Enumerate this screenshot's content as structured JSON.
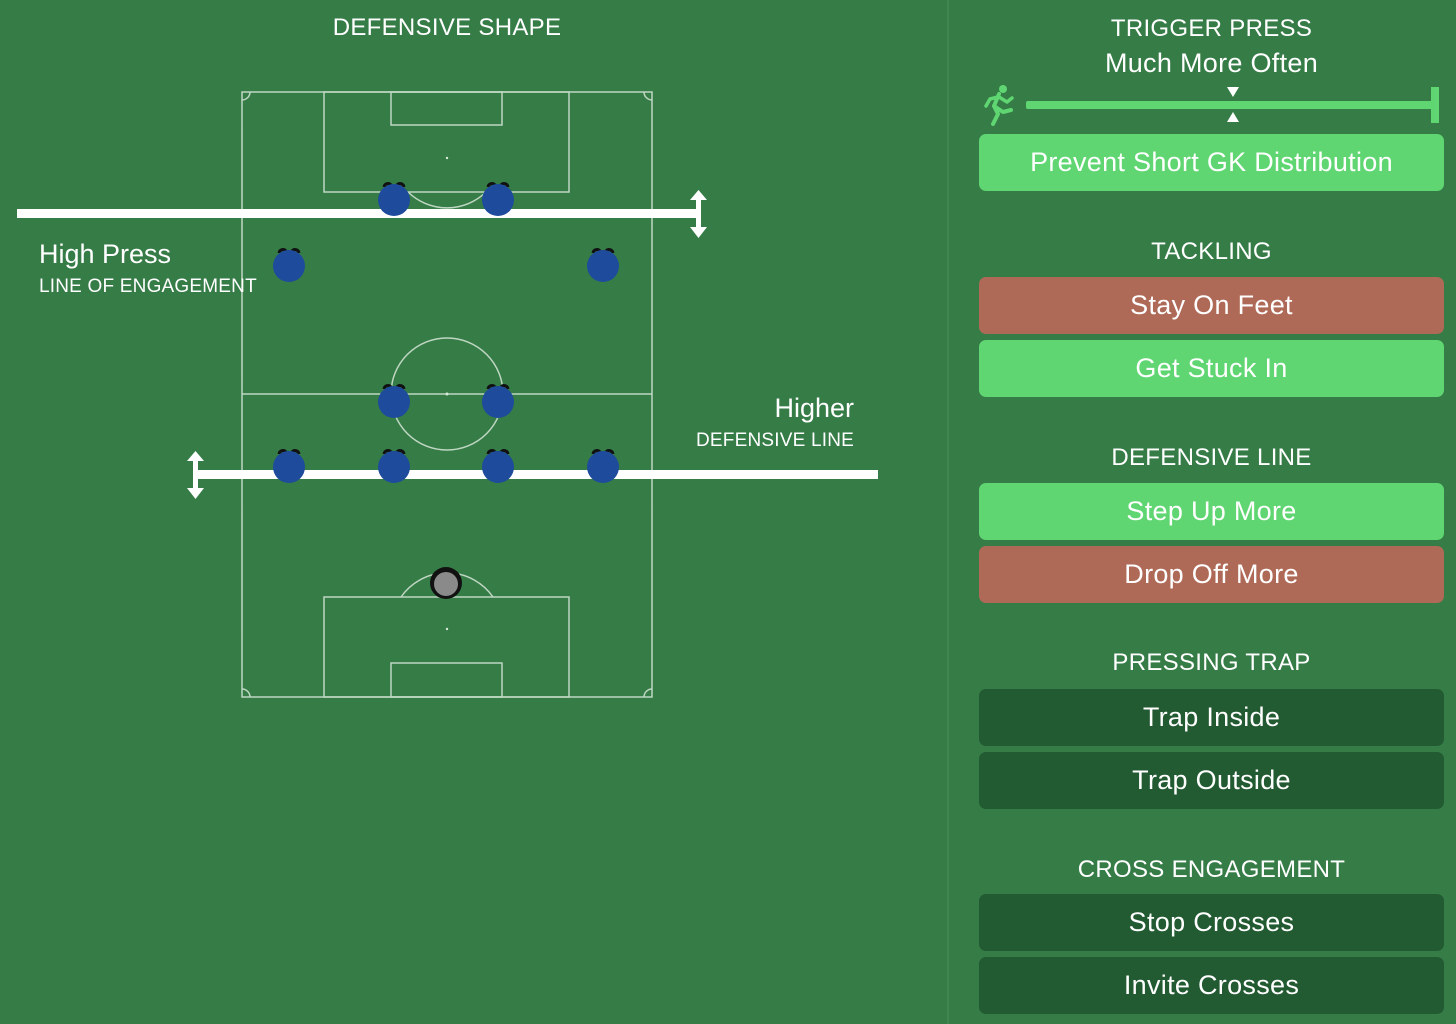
{
  "left": {
    "title": "DEFENSIVE SHAPE",
    "line_of_engagement": {
      "value": "High Press",
      "label": "LINE OF ENGAGEMENT"
    },
    "defensive_line": {
      "value": "Higher",
      "label": "DEFENSIVE LINE"
    }
  },
  "trigger_press": {
    "title": "TRIGGER PRESS",
    "value": "Much More Often",
    "level": 1.0,
    "icon": "running-player-icon",
    "option": "Prevent Short GK Distribution"
  },
  "tackling": {
    "title": "TACKLING",
    "options": [
      "Stay On Feet",
      "Get Stuck In"
    ]
  },
  "defensive_line_section": {
    "title": "DEFENSIVE LINE",
    "options": [
      "Step Up More",
      "Drop Off More"
    ]
  },
  "pressing_trap": {
    "title": "PRESSING TRAP",
    "options": [
      "Trap Inside",
      "Trap Outside"
    ]
  },
  "cross_engagement": {
    "title": "CROSS ENGAGEMENT",
    "options": [
      "Stop Crosses",
      "Invite Crosses"
    ]
  },
  "colors": {
    "background": "#367c47",
    "selected": "#5fd672",
    "negated": "#ae6a57",
    "unselected": "#225a32",
    "player": "#1e4b9c",
    "goalkeeper": "#8a8a8a"
  }
}
